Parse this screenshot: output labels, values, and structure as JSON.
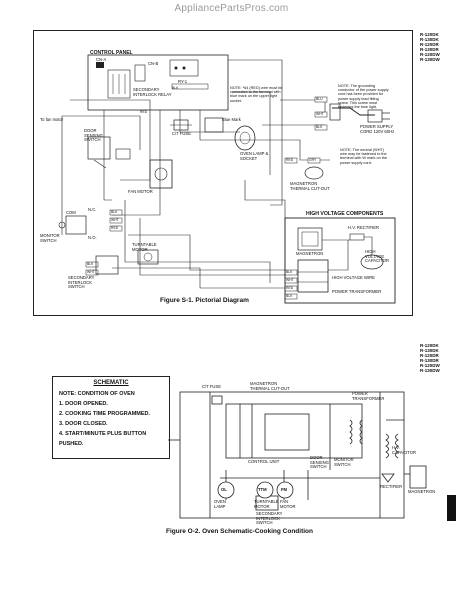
{
  "watermark": "AppliancePartsPros.com",
  "figure1": {
    "caption": "Figure S-1. Pictorial Diagram",
    "model_list": [
      "R-120DK",
      "R-130DK",
      "R-120DR",
      "R-130DR",
      "R-120DW",
      "R-130DW"
    ],
    "control_panel_label": "CONTROL PANEL",
    "hv_title": "HIGH VOLTAGE COMPONENTS",
    "relay_label": "SECONDARY INTERLOCK RELAY",
    "relay_tag": "RY-1",
    "cn_a": "CN-A",
    "cn_b": "CN-B",
    "note_switch": "NOTE: *64 (RED) wire must be connected to the terminal with blue mark on the upper light socket.",
    "note_ground": "NOTE: The grounding conductor of the power supply cord has been provided for power supply lead fitting screw. This screw must fastening the fuse light.",
    "note_neutral": "NOTE: The neutral (WHT) wire may be fastened to the terminal with W mark on the power supply cord.",
    "labels": {
      "to_fan_motor": "To fan motor",
      "door_sensing_switch": "DOOR SENSING SWITCH",
      "ct_fuse": "C/T FUSE",
      "blue_mark": "Blue Mark",
      "oven_lamp_socket": "OVEN LAMP & SOCKET",
      "power_supply_cord": "POWER SUPPLY CORD 120V 60Hz",
      "fan_motor": "FAN MOTOR",
      "magnetron_thermal_cutout": "MAGNETRON THERMAL CUT-OUT",
      "monitor_switch": "MONITOR SWITCH",
      "turntable_motor": "TURNTABLE MOTOR",
      "secondary_interlock_switch": "SECONDARY INTERLOCK SWITCH",
      "magnetron": "MAGNETRON",
      "hv_rectifier": "H.V. RECTIFIER",
      "hv_capacitor": "HIGH VOLTAGE CAPACITOR",
      "hv_wire": "HIGH VOLTAGE WIRE",
      "power_transformer": "POWER TRANSFORMER",
      "com": "COM",
      "nc": "N.C.",
      "no": "N.O."
    },
    "wire_tags": [
      "BLK",
      "WHT",
      "RED",
      "BLU",
      "WHT",
      "BLK",
      "RED",
      "GRY",
      "BLK",
      "WHT",
      "RED",
      "BLK",
      "BLK",
      "WHT",
      "BLK",
      "RED"
    ]
  },
  "schematic": {
    "title": "SCHEMATIC",
    "lines": [
      "NOTE: CONDITION OF OVEN",
      "1. DOOR OPENED.",
      "2. COOKING TIME PROGRAMMED.",
      "3. DOOR CLOSED.",
      "4. START/MINUTE PLUS BUTTON",
      "    PUSHED."
    ],
    "caption": "Figure O-2. Oven Schematic-Cooking Condition",
    "labels": {
      "ct_fuse": "C/T FUSE",
      "mag_cutout": "MAGNETRON THERMAL CUT-OUT",
      "control_unit": "CONTROL UNIT",
      "door_sensing": "DOOR SENSING SWITCH",
      "monitor": "MONITOR SWITCH",
      "power_transformer": "POWER TRANSFORMER",
      "rectifier": "RECTIFIER",
      "magnetron": "MAGNETRON",
      "oven_lamp": "OVEN LAMP",
      "tt_motor": "TURNTABLE MOTOR",
      "fan_motor": "FAN MOTOR",
      "secondary_interlock": "SECONDARY INTERLOCK SWITCH",
      "hv_capacitor": "H.V. CAPACITOR",
      "ol": "OL",
      "ttm": "TTM",
      "fm": "FM"
    },
    "model_list": [
      "R-120DK",
      "R-130DK",
      "R-120DR",
      "R-130DR",
      "R-120DW",
      "R-130DW"
    ]
  }
}
